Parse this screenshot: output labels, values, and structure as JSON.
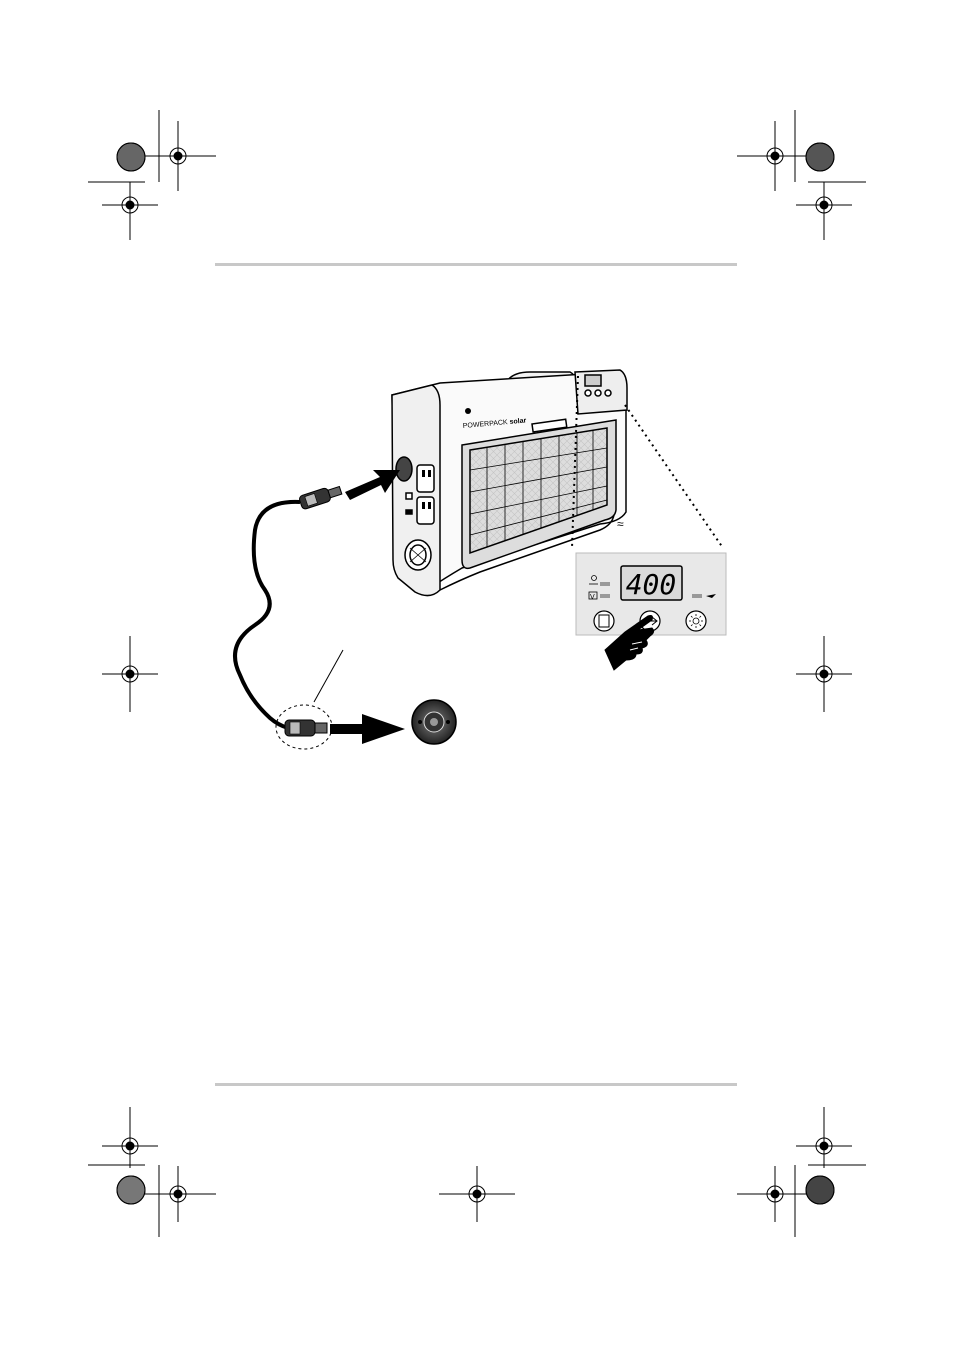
{
  "product": {
    "brand_label": "POWERPACK",
    "brand_suffix": "solar"
  },
  "control_panel": {
    "display_value": "400",
    "buttons": [
      {
        "name": "ac-outlet-button",
        "icon": "ac-outlet-icon"
      },
      {
        "name": "usb-button",
        "icon": "usb-icon"
      },
      {
        "name": "light-button",
        "icon": "sun-icon"
      }
    ],
    "indicators": [
      "solar-indicator-icon",
      "battery-indicator-icon"
    ]
  },
  "colors": {
    "ink": "#000000",
    "rule": "#c8c8c8",
    "panel_fill": "#e6e6e6",
    "lcd_fill": "#d9d9d9"
  }
}
